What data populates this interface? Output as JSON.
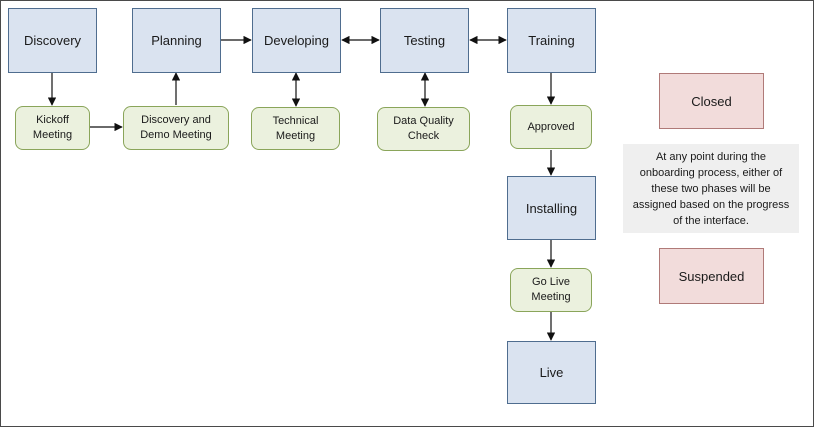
{
  "phases": {
    "discovery": "Discovery",
    "planning": "Planning",
    "developing": "Developing",
    "testing": "Testing",
    "training": "Training",
    "installing": "Installing",
    "live": "Live"
  },
  "meetings": {
    "kickoff": "Kickoff\nMeeting",
    "discovery_demo": "Discovery and\nDemo Meeting",
    "technical": "Technical\nMeeting",
    "data_quality": "Data Quality\nCheck",
    "approved": "Approved",
    "go_live": "Go Live\nMeeting"
  },
  "statuses": {
    "closed": "Closed",
    "suspended": "Suspended"
  },
  "note": "At any point during the onboarding process, either of these two phases will be assigned based on the progress of the interface.",
  "colors": {
    "phase_fill": "#dae3f0",
    "phase_border": "#4f6d8f",
    "meeting_fill": "#ebf1de",
    "meeting_border": "#8aa55a",
    "status_fill": "#f2dcdb",
    "status_border": "#b07a78",
    "note_fill": "#efefef"
  }
}
